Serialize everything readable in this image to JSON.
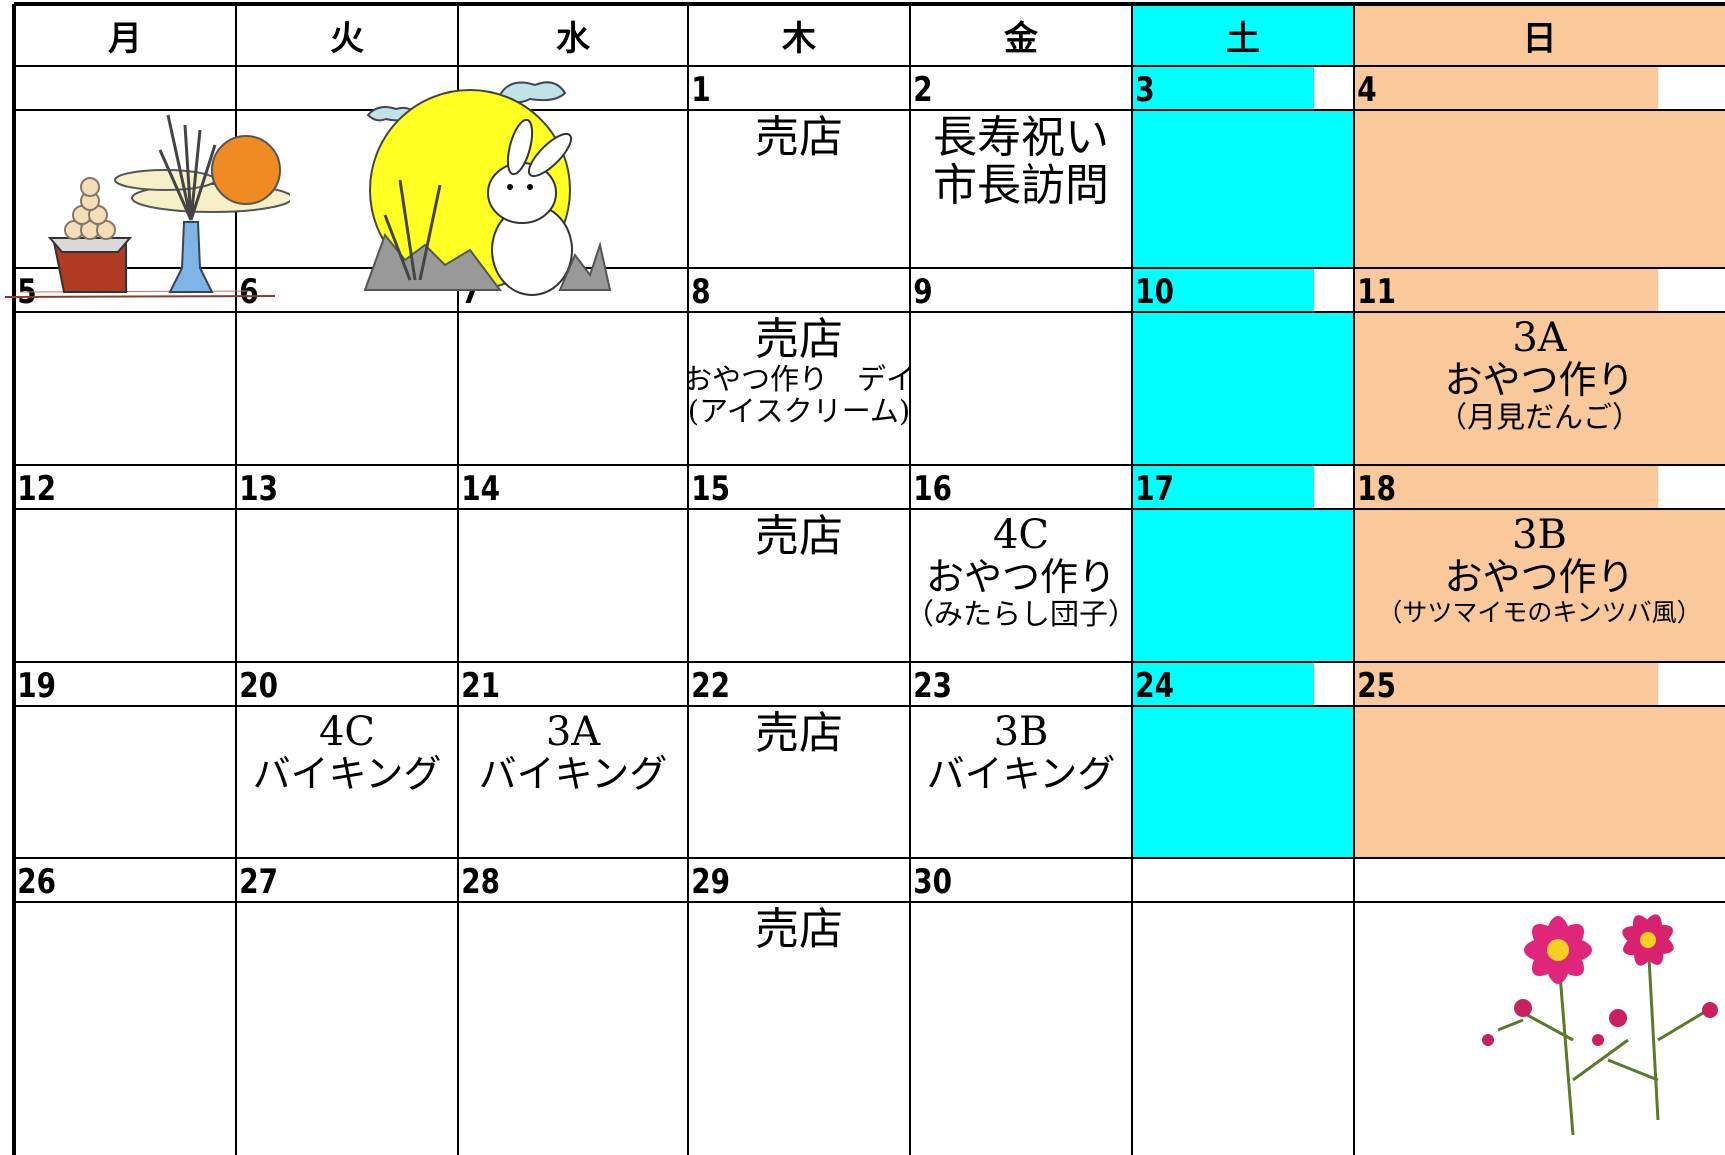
{
  "colors": {
    "saturday": "#00ffff",
    "sunday": "#f9c99b",
    "grid": "#000000",
    "background": "#ffffff"
  },
  "weekdays": [
    "月",
    "火",
    "水",
    "木",
    "金",
    "土",
    "日"
  ],
  "weeks": [
    {
      "days": [
        "",
        "",
        "",
        "1",
        "2",
        "3",
        "4"
      ],
      "events": [
        [],
        [],
        [],
        [
          {
            "text": "売店",
            "size": "xl"
          }
        ],
        [
          {
            "text": "長寿祝い",
            "size": "xl"
          },
          {
            "text": "市長訪問",
            "size": "xl"
          }
        ],
        [],
        []
      ]
    },
    {
      "days": [
        "5",
        "6",
        "7",
        "8",
        "9",
        "10",
        "11"
      ],
      "events": [
        [],
        [],
        [],
        [
          {
            "text": "売店",
            "size": "xl"
          },
          {
            "text": "おやつ作り　デイ",
            "size": "s"
          },
          {
            "text": "(アイスクリーム)",
            "size": "s"
          }
        ],
        [],
        [],
        [
          {
            "text": "3A",
            "size": "l"
          },
          {
            "text": "おやつ作り",
            "size": "m"
          },
          {
            "text": "（月見だんご）",
            "size": "s"
          }
        ]
      ]
    },
    {
      "days": [
        "12",
        "13",
        "14",
        "15",
        "16",
        "17",
        "18"
      ],
      "events": [
        [],
        [],
        [],
        [
          {
            "text": "売店",
            "size": "xl"
          }
        ],
        [
          {
            "text": "4C",
            "size": "l"
          },
          {
            "text": "おやつ作り",
            "size": "m"
          },
          {
            "text": "（みたらし団子）",
            "size": "s"
          }
        ],
        [],
        [
          {
            "text": "3B",
            "size": "l"
          },
          {
            "text": "おやつ作り",
            "size": "m"
          },
          {
            "text": "（サツマイモのキンツバ風）",
            "size": "xs"
          }
        ]
      ]
    },
    {
      "days": [
        "19",
        "20",
        "21",
        "22",
        "23",
        "24",
        "25"
      ],
      "events": [
        [],
        [
          {
            "text": "4C",
            "size": "l"
          },
          {
            "text": "バイキング",
            "size": "m"
          }
        ],
        [
          {
            "text": "3A",
            "size": "l"
          },
          {
            "text": "バイキング",
            "size": "m"
          }
        ],
        [
          {
            "text": "売店",
            "size": "xl"
          }
        ],
        [
          {
            "text": "3B",
            "size": "l"
          },
          {
            "text": "バイキング",
            "size": "m"
          }
        ],
        [],
        []
      ]
    },
    {
      "days": [
        "26",
        "27",
        "28",
        "29",
        "30",
        "",
        ""
      ],
      "events": [
        [],
        [],
        [],
        [
          {
            "text": "売店",
            "size": "xl"
          }
        ],
        [],
        [],
        []
      ]
    }
  ]
}
